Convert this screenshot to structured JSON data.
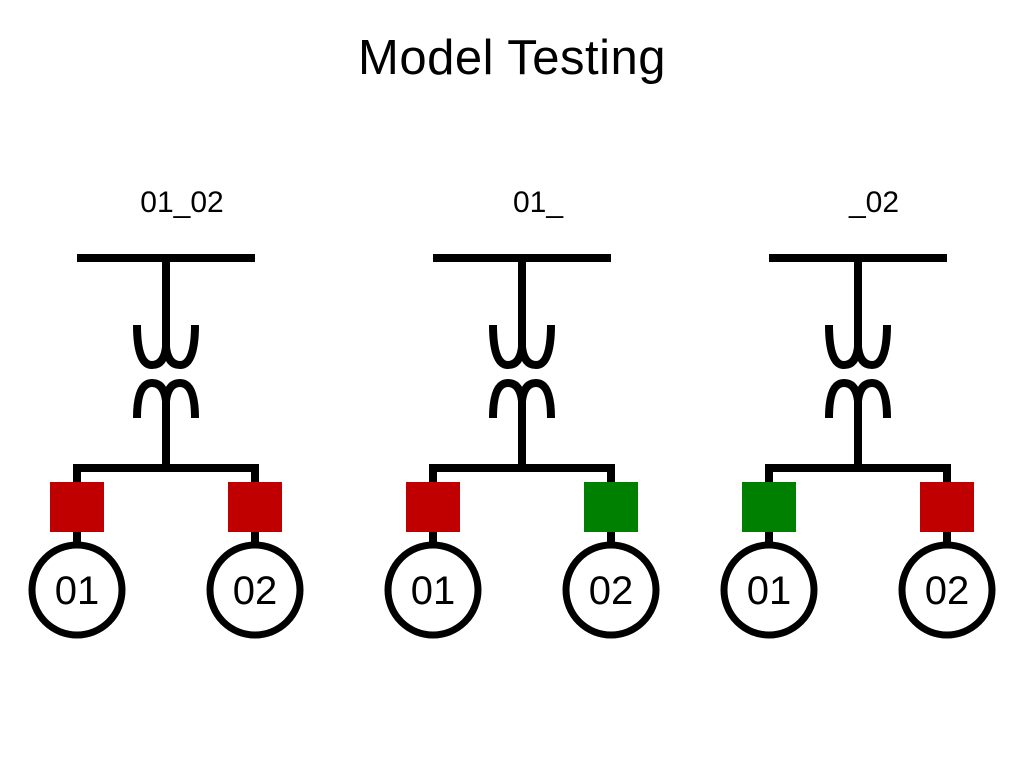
{
  "slide": {
    "title": "Model Testing",
    "background_color": "#ffffff",
    "text_color": "#000000"
  },
  "colors": {
    "block_red": "#c00000",
    "block_green": "#008000",
    "line_black": "#000000"
  },
  "diagrams": [
    {
      "label": "01_02",
      "left_block_color": "#c00000",
      "right_block_color": "#c00000",
      "left_load_label": "01",
      "right_load_label": "02"
    },
    {
      "label": "01_",
      "left_block_color": "#c00000",
      "right_block_color": "#008000",
      "left_load_label": "01",
      "right_load_label": "02"
    },
    {
      "label": "_02",
      "left_block_color": "#008000",
      "right_block_color": "#c00000",
      "left_load_label": "01",
      "right_load_label": "02"
    }
  ]
}
